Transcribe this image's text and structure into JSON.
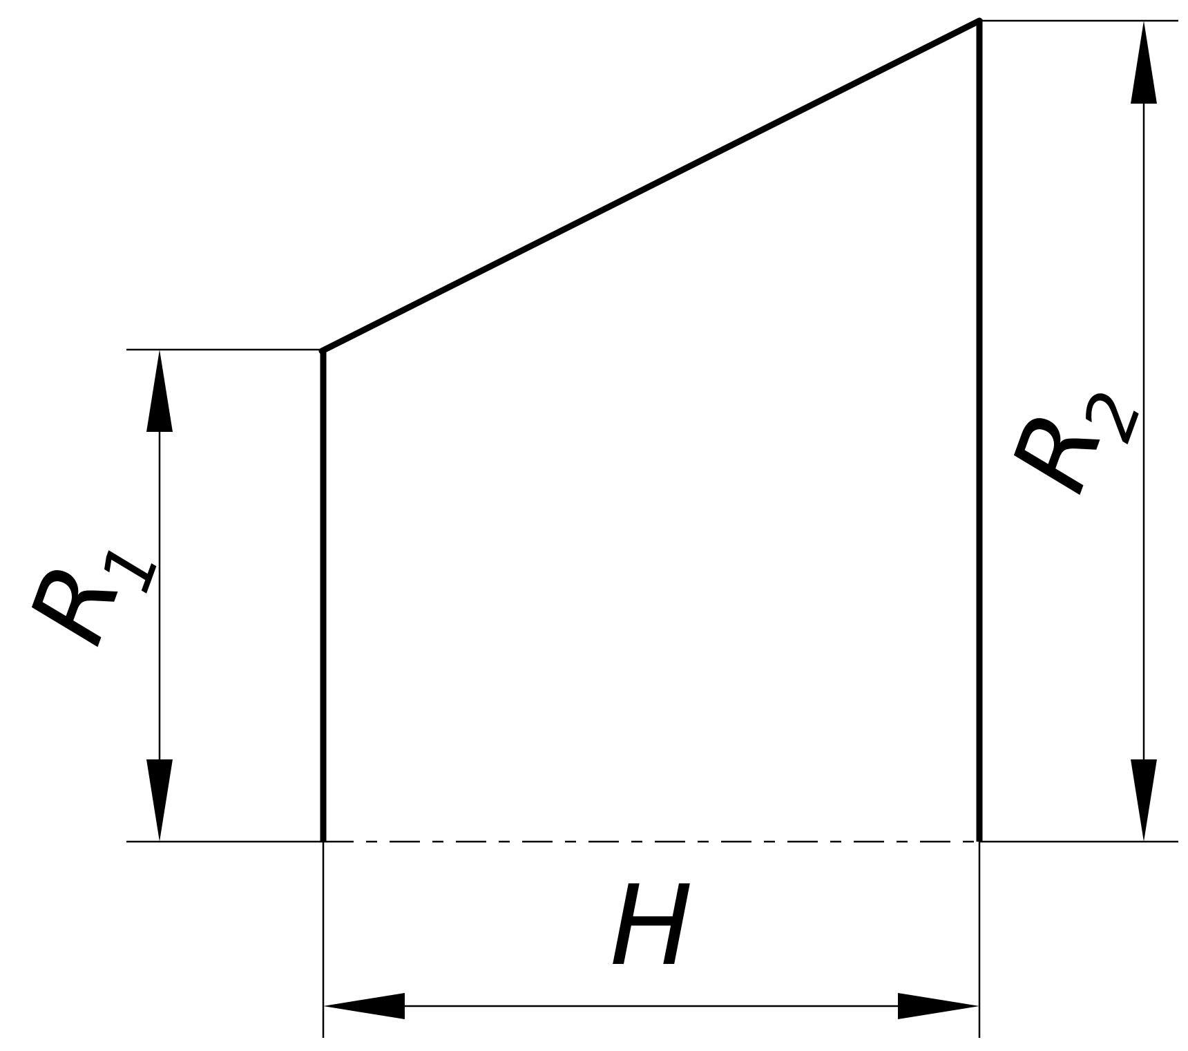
{
  "diagram": {
    "labels": {
      "r1": {
        "main": "R",
        "sub": "1"
      },
      "r2": {
        "main": "R",
        "sub": "2"
      },
      "h": "H"
    },
    "colors": {
      "line": "#000000",
      "background": "#ffffff"
    }
  }
}
